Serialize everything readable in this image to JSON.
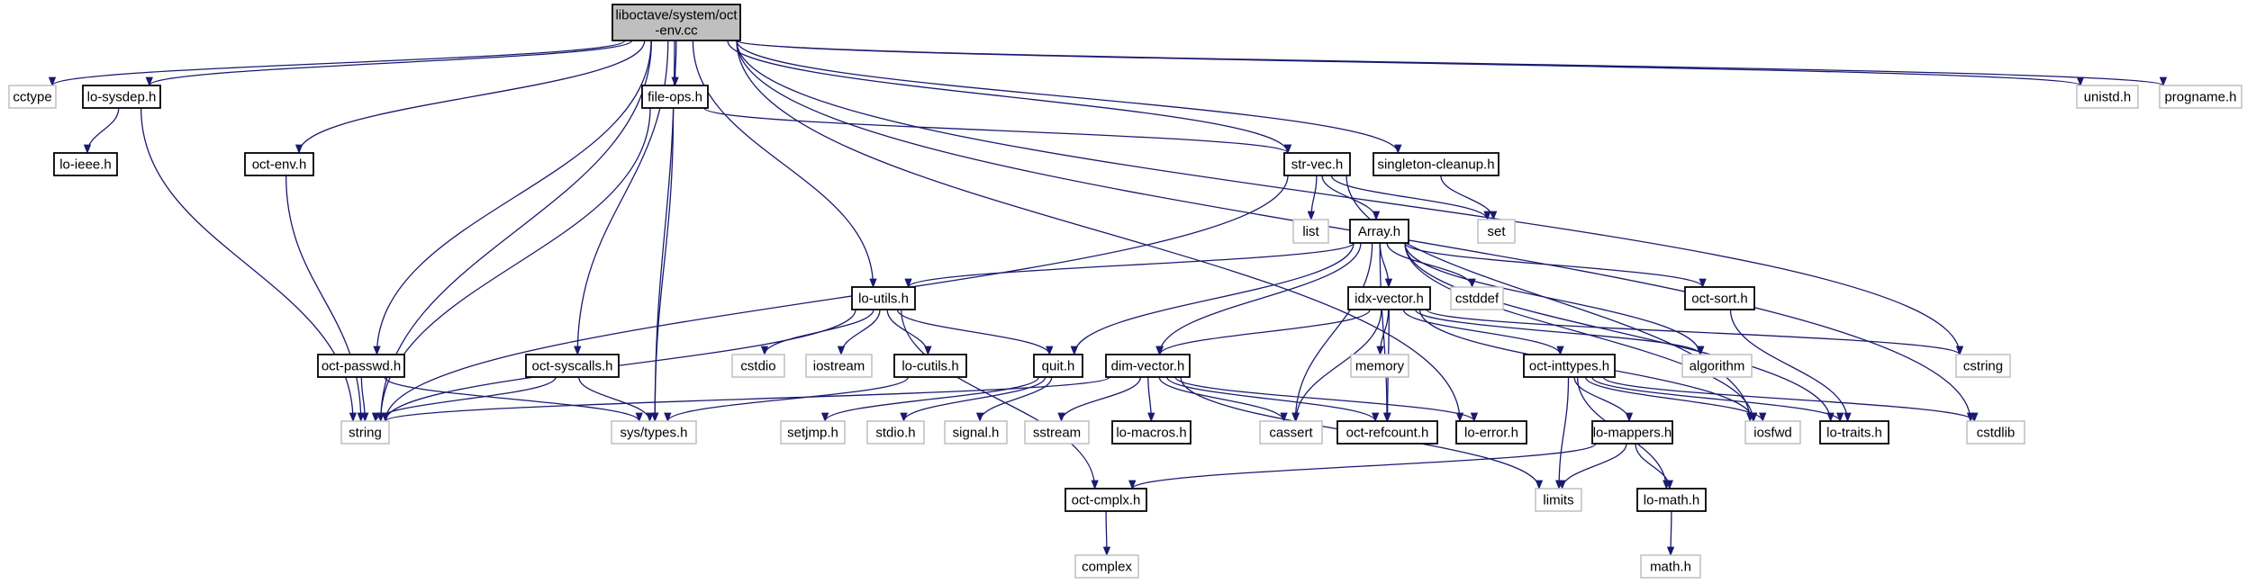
{
  "title": "liboctave/system/oct-env.cc include dependency graph",
  "colors": {
    "edge": "#191970",
    "root_fill": "#bfbfbf",
    "doc_border": "#000000",
    "ext_border": "#bfbfbf"
  },
  "nodes": [
    {
      "id": "root",
      "label": "liboctave/system/oct\n-env.cc",
      "kind": "root"
    },
    {
      "id": "cctype",
      "label": "cctype",
      "kind": "ext"
    },
    {
      "id": "lo-sysdep",
      "label": "lo-sysdep.h",
      "kind": "doc"
    },
    {
      "id": "lo-ieee",
      "label": "lo-ieee.h",
      "kind": "doc"
    },
    {
      "id": "oct-env",
      "label": "oct-env.h",
      "kind": "doc"
    },
    {
      "id": "file-ops",
      "label": "file-ops.h",
      "kind": "doc"
    },
    {
      "id": "str-vec",
      "label": "str-vec.h",
      "kind": "doc"
    },
    {
      "id": "singleton-cleanup",
      "label": "singleton-cleanup.h",
      "kind": "doc"
    },
    {
      "id": "unistd",
      "label": "unistd.h",
      "kind": "ext"
    },
    {
      "id": "progname",
      "label": "progname.h",
      "kind": "ext"
    },
    {
      "id": "list",
      "label": "list",
      "kind": "ext"
    },
    {
      "id": "Array",
      "label": "Array.h",
      "kind": "doc"
    },
    {
      "id": "set",
      "label": "set",
      "kind": "ext"
    },
    {
      "id": "lo-utils",
      "label": "lo-utils.h",
      "kind": "doc"
    },
    {
      "id": "idx-vector",
      "label": "idx-vector.h",
      "kind": "doc"
    },
    {
      "id": "cstddef",
      "label": "cstddef",
      "kind": "ext"
    },
    {
      "id": "oct-sort",
      "label": "oct-sort.h",
      "kind": "doc"
    },
    {
      "id": "oct-passwd",
      "label": "oct-passwd.h",
      "kind": "doc"
    },
    {
      "id": "oct-syscalls",
      "label": "oct-syscalls.h",
      "kind": "doc"
    },
    {
      "id": "cstdio",
      "label": "cstdio",
      "kind": "ext"
    },
    {
      "id": "iostream",
      "label": "iostream",
      "kind": "ext"
    },
    {
      "id": "lo-cutils",
      "label": "lo-cutils.h",
      "kind": "doc"
    },
    {
      "id": "quit",
      "label": "quit.h",
      "kind": "doc"
    },
    {
      "id": "dim-vector",
      "label": "dim-vector.h",
      "kind": "doc"
    },
    {
      "id": "memory",
      "label": "memory",
      "kind": "ext"
    },
    {
      "id": "oct-inttypes",
      "label": "oct-inttypes.h",
      "kind": "doc"
    },
    {
      "id": "algorithm",
      "label": "algorithm",
      "kind": "ext"
    },
    {
      "id": "cstring",
      "label": "cstring",
      "kind": "ext"
    },
    {
      "id": "string",
      "label": "string",
      "kind": "ext"
    },
    {
      "id": "sys-types",
      "label": "sys/types.h",
      "kind": "ext"
    },
    {
      "id": "setjmp",
      "label": "setjmp.h",
      "kind": "ext"
    },
    {
      "id": "stdio",
      "label": "stdio.h",
      "kind": "ext"
    },
    {
      "id": "signal",
      "label": "signal.h",
      "kind": "ext"
    },
    {
      "id": "sstream",
      "label": "sstream",
      "kind": "ext"
    },
    {
      "id": "lo-macros",
      "label": "lo-macros.h",
      "kind": "doc"
    },
    {
      "id": "cassert",
      "label": "cassert",
      "kind": "ext"
    },
    {
      "id": "oct-refcount",
      "label": "oct-refcount.h",
      "kind": "doc"
    },
    {
      "id": "lo-error",
      "label": "lo-error.h",
      "kind": "doc"
    },
    {
      "id": "lo-mappers",
      "label": "lo-mappers.h",
      "kind": "doc"
    },
    {
      "id": "iosfwd",
      "label": "iosfwd",
      "kind": "ext"
    },
    {
      "id": "lo-traits",
      "label": "lo-traits.h",
      "kind": "doc"
    },
    {
      "id": "cstdlib",
      "label": "cstdlib",
      "kind": "ext"
    },
    {
      "id": "oct-cmplx",
      "label": "oct-cmplx.h",
      "kind": "doc"
    },
    {
      "id": "limits",
      "label": "limits",
      "kind": "ext"
    },
    {
      "id": "lo-math",
      "label": "lo-math.h",
      "kind": "doc"
    },
    {
      "id": "complex",
      "label": "complex",
      "kind": "ext"
    },
    {
      "id": "math",
      "label": "math.h",
      "kind": "ext"
    }
  ],
  "edges": [
    [
      "root",
      "cctype"
    ],
    [
      "root",
      "lo-sysdep"
    ],
    [
      "root",
      "string"
    ],
    [
      "root",
      "oct-env"
    ],
    [
      "root",
      "oct-passwd"
    ],
    [
      "root",
      "oct-syscalls"
    ],
    [
      "root",
      "sys-types"
    ],
    [
      "root",
      "file-ops"
    ],
    [
      "root",
      "lo-utils"
    ],
    [
      "root",
      "singleton-cleanup"
    ],
    [
      "root",
      "str-vec"
    ],
    [
      "root",
      "lo-error"
    ],
    [
      "root",
      "cstring"
    ],
    [
      "root",
      "cstdlib"
    ],
    [
      "root",
      "unistd"
    ],
    [
      "root",
      "progname"
    ],
    [
      "lo-sysdep",
      "lo-ieee"
    ],
    [
      "lo-sysdep",
      "string"
    ],
    [
      "oct-env",
      "string"
    ],
    [
      "file-ops",
      "string"
    ],
    [
      "file-ops",
      "sys-types"
    ],
    [
      "file-ops",
      "str-vec"
    ],
    [
      "str-vec",
      "string"
    ],
    [
      "str-vec",
      "list"
    ],
    [
      "str-vec",
      "Array"
    ],
    [
      "str-vec",
      "set"
    ],
    [
      "str-vec",
      "iosfwd"
    ],
    [
      "singleton-cleanup",
      "set"
    ],
    [
      "Array",
      "lo-utils"
    ],
    [
      "Array",
      "quit"
    ],
    [
      "Array",
      "dim-vector"
    ],
    [
      "Array",
      "idx-vector"
    ],
    [
      "Array",
      "cassert"
    ],
    [
      "Array",
      "oct-refcount"
    ],
    [
      "Array",
      "cstddef"
    ],
    [
      "Array",
      "algorithm"
    ],
    [
      "Array",
      "iosfwd"
    ],
    [
      "Array",
      "oct-sort"
    ],
    [
      "Array",
      "lo-traits"
    ],
    [
      "lo-utils",
      "string"
    ],
    [
      "lo-utils",
      "cstdio"
    ],
    [
      "lo-utils",
      "iostream"
    ],
    [
      "lo-utils",
      "lo-cutils"
    ],
    [
      "lo-utils",
      "quit"
    ],
    [
      "lo-utils",
      "oct-cmplx"
    ],
    [
      "idx-vector",
      "dim-vector"
    ],
    [
      "idx-vector",
      "cassert"
    ],
    [
      "idx-vector",
      "memory"
    ],
    [
      "idx-vector",
      "oct-refcount"
    ],
    [
      "idx-vector",
      "oct-inttypes"
    ],
    [
      "idx-vector",
      "algorithm"
    ],
    [
      "idx-vector",
      "cstring"
    ],
    [
      "idx-vector",
      "iosfwd"
    ],
    [
      "oct-sort",
      "lo-traits"
    ],
    [
      "oct-passwd",
      "string"
    ],
    [
      "oct-passwd",
      "sys-types"
    ],
    [
      "oct-syscalls",
      "string"
    ],
    [
      "oct-syscalls",
      "sys-types"
    ],
    [
      "lo-cutils",
      "sys-types"
    ],
    [
      "quit",
      "setjmp"
    ],
    [
      "quit",
      "stdio"
    ],
    [
      "quit",
      "signal"
    ],
    [
      "dim-vector",
      "string"
    ],
    [
      "dim-vector",
      "sstream"
    ],
    [
      "dim-vector",
      "lo-macros"
    ],
    [
      "dim-vector",
      "cassert"
    ],
    [
      "dim-vector",
      "oct-refcount"
    ],
    [
      "dim-vector",
      "lo-error"
    ],
    [
      "dim-vector",
      "limits"
    ],
    [
      "oct-inttypes",
      "lo-mappers"
    ],
    [
      "oct-inttypes",
      "limits"
    ],
    [
      "oct-inttypes",
      "lo-math"
    ],
    [
      "oct-inttypes",
      "iosfwd"
    ],
    [
      "oct-inttypes",
      "lo-traits"
    ],
    [
      "oct-inttypes",
      "cstdlib"
    ],
    [
      "lo-mappers",
      "oct-cmplx"
    ],
    [
      "lo-mappers",
      "limits"
    ],
    [
      "lo-mappers",
      "lo-math"
    ],
    [
      "oct-cmplx",
      "complex"
    ],
    [
      "lo-math",
      "math"
    ]
  ]
}
